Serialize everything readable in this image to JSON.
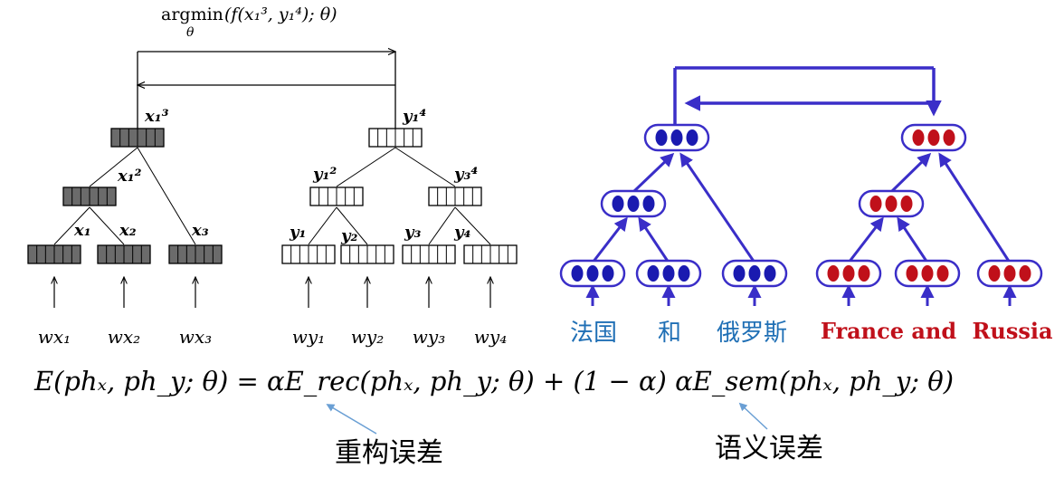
{
  "objective": {
    "prefix": "argmin",
    "subscript": "θ",
    "expression": "(f(x₁³, y₁⁴); θ)"
  },
  "source_tree": {
    "node_labels": {
      "root": "x₁³",
      "mid": "x₁²",
      "x1": "x₁",
      "x2": "x₂",
      "x3": "x₃"
    },
    "inputs": [
      "wx₁",
      "wx₂",
      "wx₃"
    ]
  },
  "target_tree": {
    "node_labels": {
      "root": "y₁⁴",
      "left_mid": "y₁²",
      "right_mid": "y₃⁴",
      "y1": "y₁",
      "y2": "y₂",
      "y3": "y₃",
      "y4": "y₄"
    },
    "inputs": [
      "wy₁",
      "wy₂",
      "wy₃",
      "wy₄"
    ]
  },
  "bilingual_example": {
    "chinese_words": [
      "法国",
      "和",
      "俄罗斯"
    ],
    "english_words": [
      "France and",
      "Russia"
    ],
    "colors": {
      "chinese_nodes": "#1a1ab0",
      "english_nodes": "#c0101a",
      "chinese_text": "#1f6fb5",
      "english_text": "#c0101a",
      "edges": "#3a2ec8"
    }
  },
  "equation": {
    "text": "E(phₓ, ph_y; θ) = αE_rec(phₓ, ph_y; θ) + (1 − α) αE_sem(phₓ, ph_y; θ)"
  },
  "annotations": {
    "reconstruction_error": "重构误差",
    "semantic_error": "语义误差",
    "arrow_color": "#6a9fd4"
  }
}
